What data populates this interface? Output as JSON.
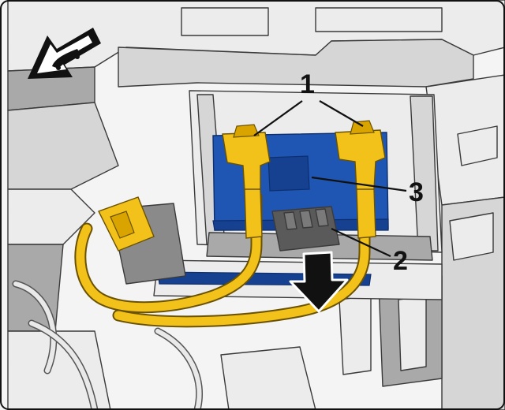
{
  "callouts": [
    {
      "label": "1"
    },
    {
      "label": "2"
    },
    {
      "label": "3"
    }
  ],
  "icons": {
    "direction_arrow": "vehicle-direction-arrow-icon",
    "move_arrow": "down-arrow-icon"
  },
  "colors": {
    "connector": "#f2c21a",
    "module": "#1f56b3",
    "frame": "#111111",
    "background_parts": "#e6e6e6"
  }
}
